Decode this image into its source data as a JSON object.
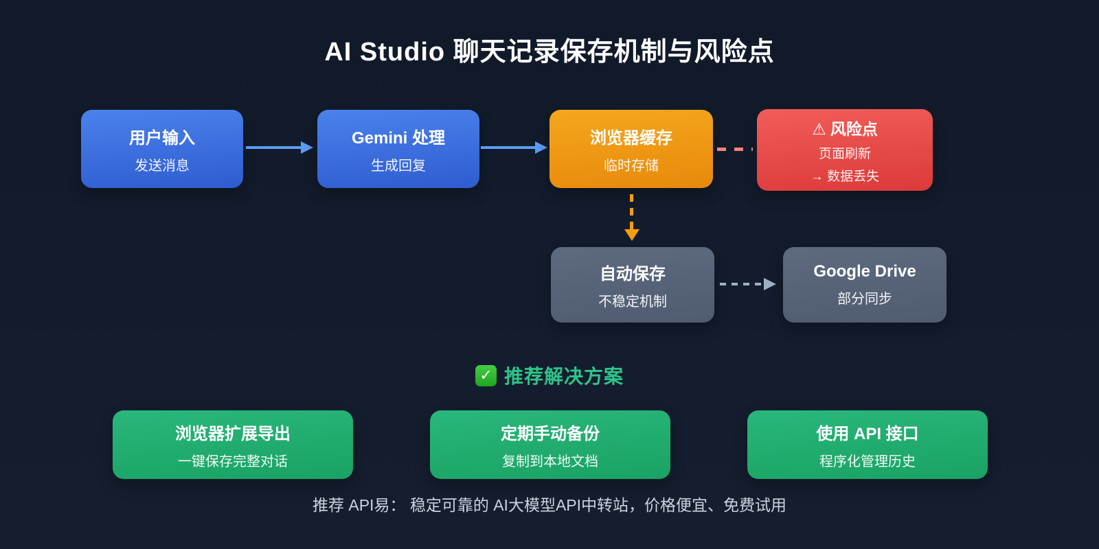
{
  "page": {
    "title": "AI Studio 聊天记录保存机制与风险点",
    "footer": "推荐 API易： 稳定可靠的 AI大模型API中转站，价格便宜、免费试用"
  },
  "flow": {
    "nodes": [
      {
        "id": "user-input",
        "title": "用户输入",
        "subtitle": "发送消息",
        "color": "blue"
      },
      {
        "id": "gemini",
        "title": "Gemini 处理",
        "subtitle": "生成回复",
        "color": "blue"
      },
      {
        "id": "browser-cache",
        "title": "浏览器缓存",
        "subtitle": "临时存储",
        "color": "orange"
      },
      {
        "id": "risk",
        "icon": "⚠",
        "title": "风险点",
        "lines": [
          "页面刷新",
          "→ 数据丢失"
        ],
        "color": "red"
      },
      {
        "id": "autosave",
        "title": "自动保存",
        "subtitle": "不稳定机制",
        "color": "gray"
      },
      {
        "id": "google-drive",
        "title": "Google Drive",
        "subtitle": "部分同步",
        "color": "gray"
      }
    ]
  },
  "solutions": {
    "check_icon": "✓",
    "heading": "推荐解决方案",
    "items": [
      {
        "title": "浏览器扩展导出",
        "subtitle": "一键保存完整对话"
      },
      {
        "title": "定期手动备份",
        "subtitle": "复制到本地文档"
      },
      {
        "title": "使用 API 接口",
        "subtitle": "程序化管理历史"
      }
    ]
  },
  "palette": {
    "bg_top": "#111a29",
    "bg_bottom": "#151e2f",
    "blue_top": "#4a82ec",
    "blue_bottom": "#2f5ccf",
    "orange_top": "#f4a71e",
    "orange_bottom": "#e8890b",
    "red_top": "#f15d58",
    "red_bottom": "#dc3a3a",
    "gray_top": "#5d6a7f",
    "gray_bottom": "#505c70",
    "green_top": "#2ab77b",
    "green_bottom": "#19a263",
    "arrow_blue": "#5b9cf6",
    "arrow_pink": "#f58181",
    "arrow_orange": "#f59e0b",
    "arrow_gray": "#9fb0c2",
    "heading_green": "#2fc389",
    "check_top": "#45cc45",
    "check_bottom": "#1fa521",
    "footer_text": "#ccd3dd"
  }
}
